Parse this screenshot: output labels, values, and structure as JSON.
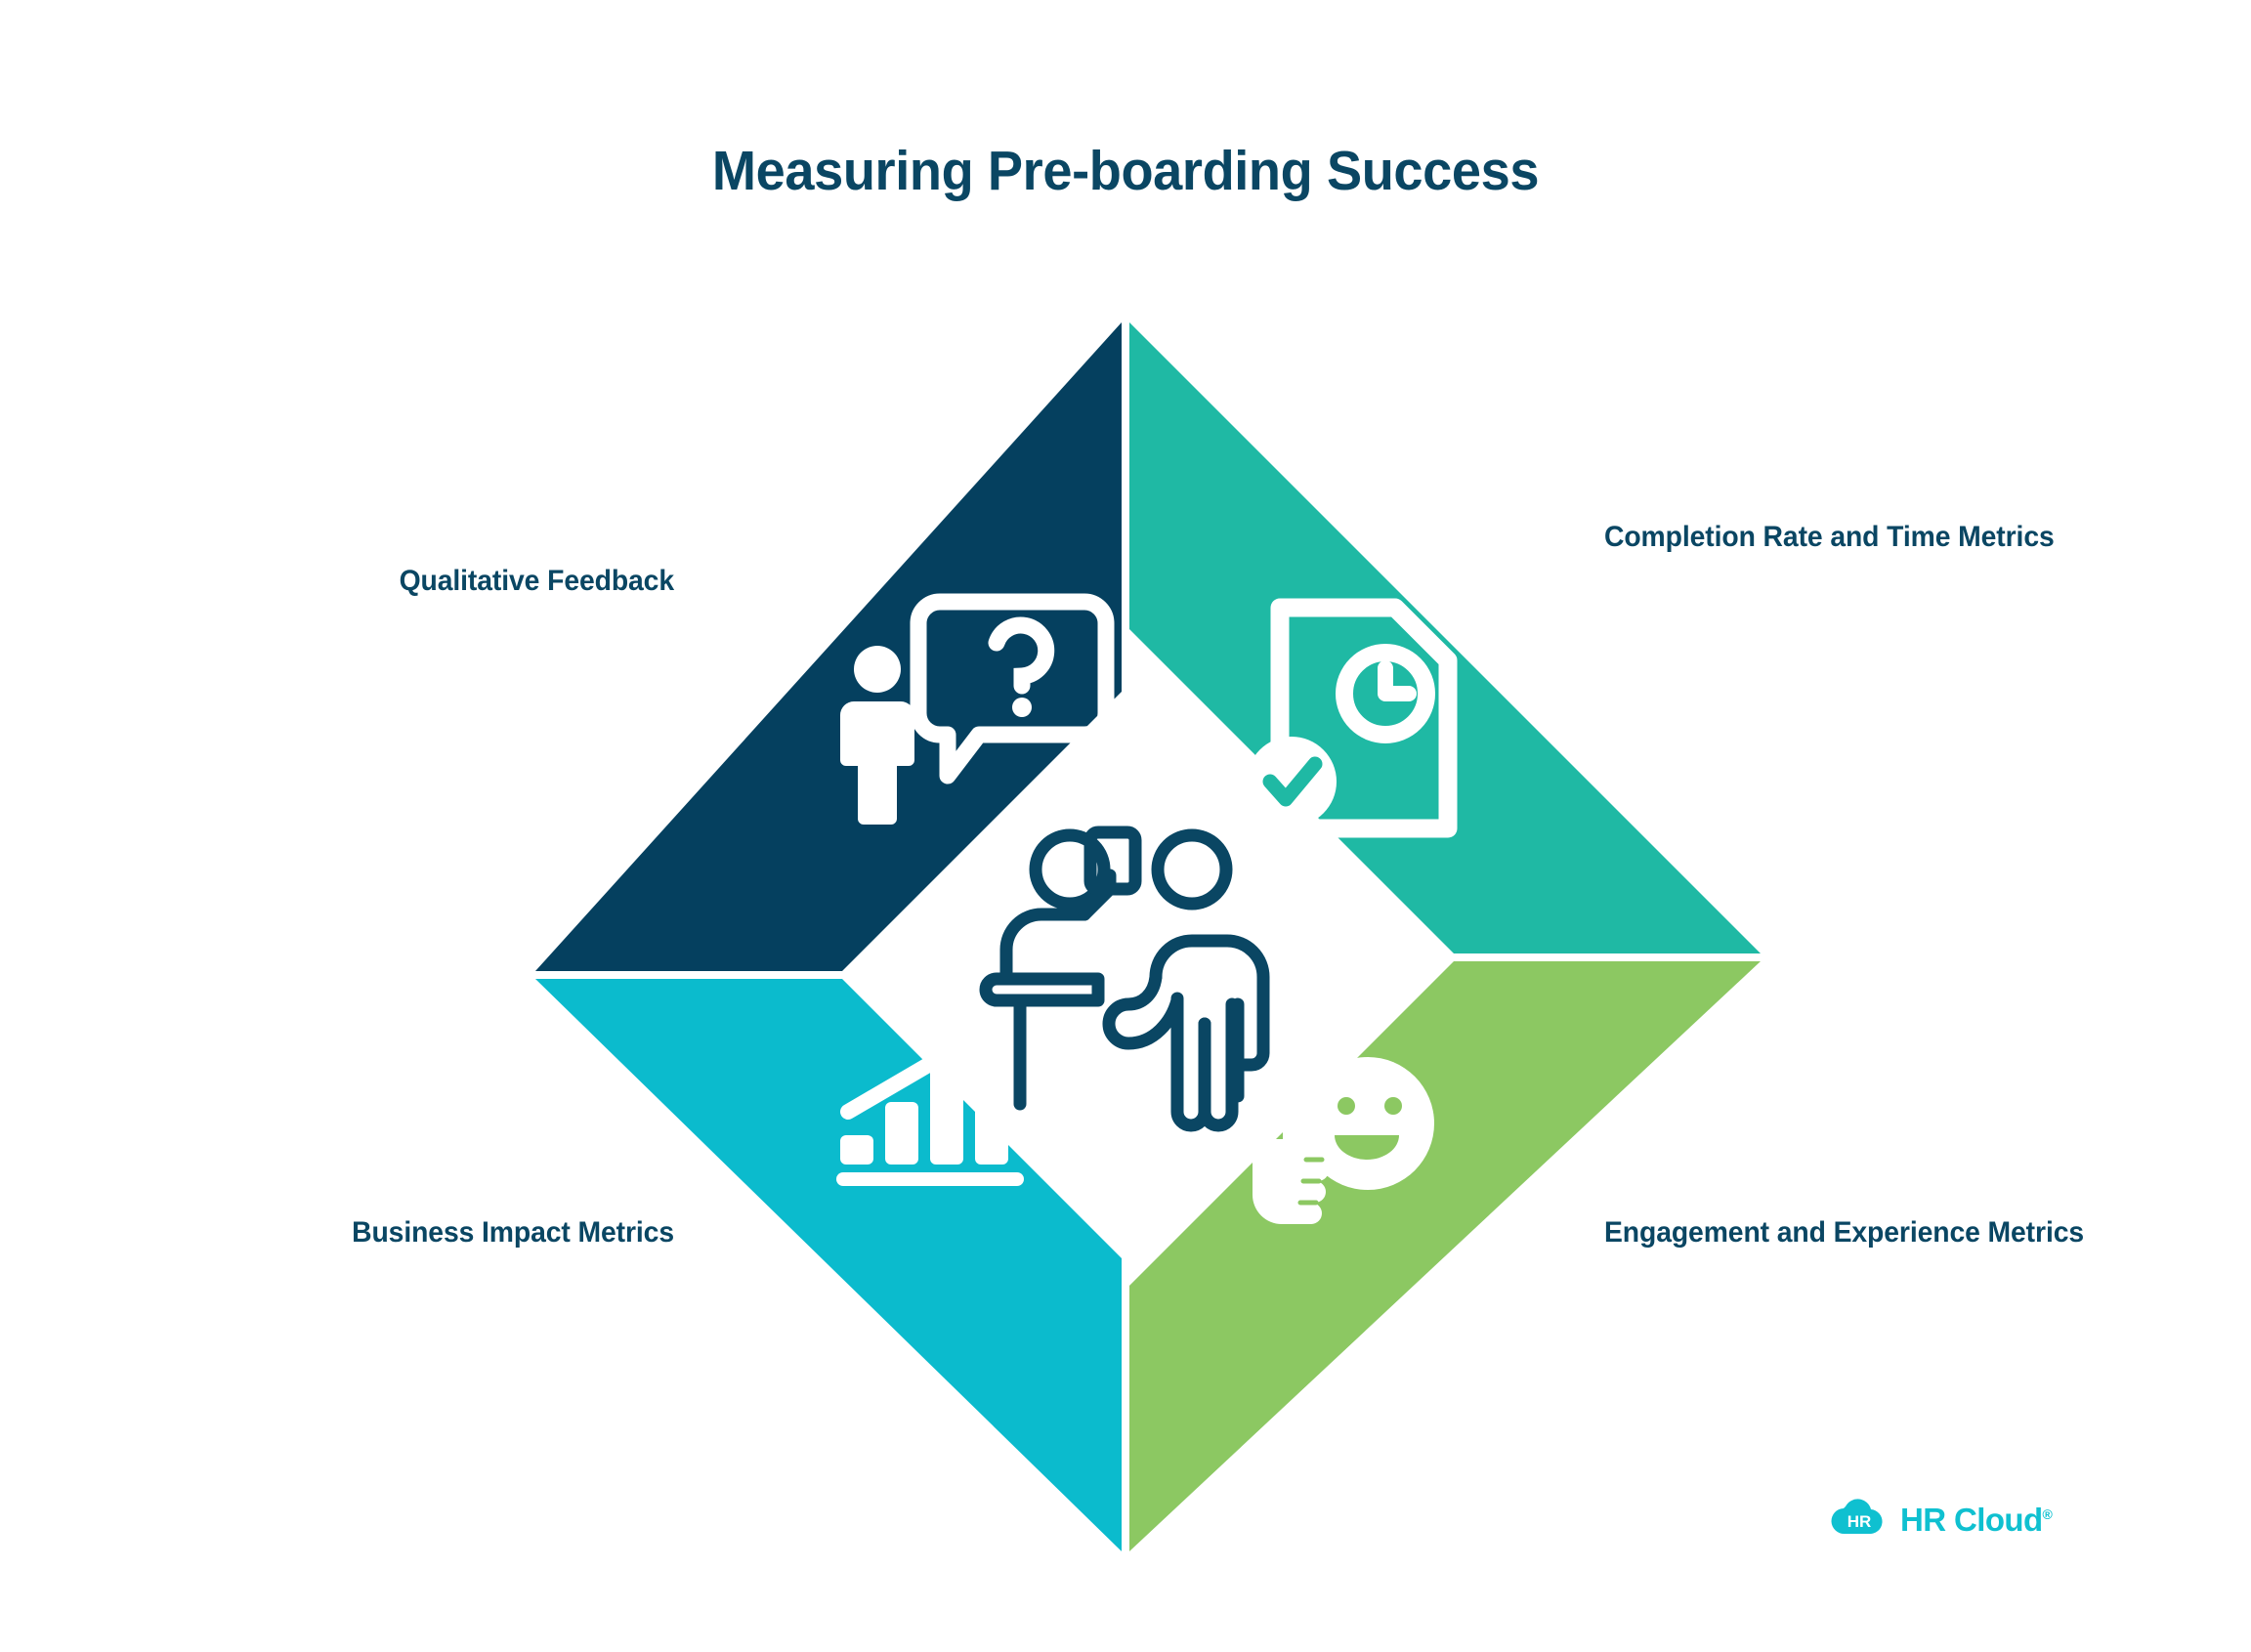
{
  "page": {
    "title": "Measuring Pre-boarding Success",
    "background": "#ffffff",
    "title_color": "#0a4663"
  },
  "diagram": {
    "type": "four-quadrant-diamond",
    "center_icon": {
      "name": "two-people-meeting-icon",
      "description": "Person seated at desk talking with standing person, document between them",
      "color": "#0a4663"
    },
    "quadrants": [
      {
        "position": "top-left",
        "label": "Qualitative Feedback",
        "color": "#05405f",
        "icon": "person-question-speech-bubble-icon",
        "icon_color": "#ffffff"
      },
      {
        "position": "top-right",
        "label": "Completion Rate and Time Metrics",
        "color": "#1fb9a4",
        "icon": "document-clock-check-icon",
        "icon_color": "#ffffff"
      },
      {
        "position": "bottom-left",
        "label": "Business Impact Metrics",
        "color": "#0bbbcd",
        "icon": "growth-bar-chart-arrow-icon",
        "icon_color": "#ffffff"
      },
      {
        "position": "bottom-right",
        "label": "Engagement and Experience Metrics",
        "color": "#8cc862",
        "icon": "smiley-thumbs-up-icon",
        "icon_color": "#ffffff"
      }
    ]
  },
  "logo": {
    "mark_text": "HR",
    "name": "HR Cloud",
    "registered": "®",
    "color": "#0fc0d0",
    "mark_text_color": "#ffffff"
  }
}
